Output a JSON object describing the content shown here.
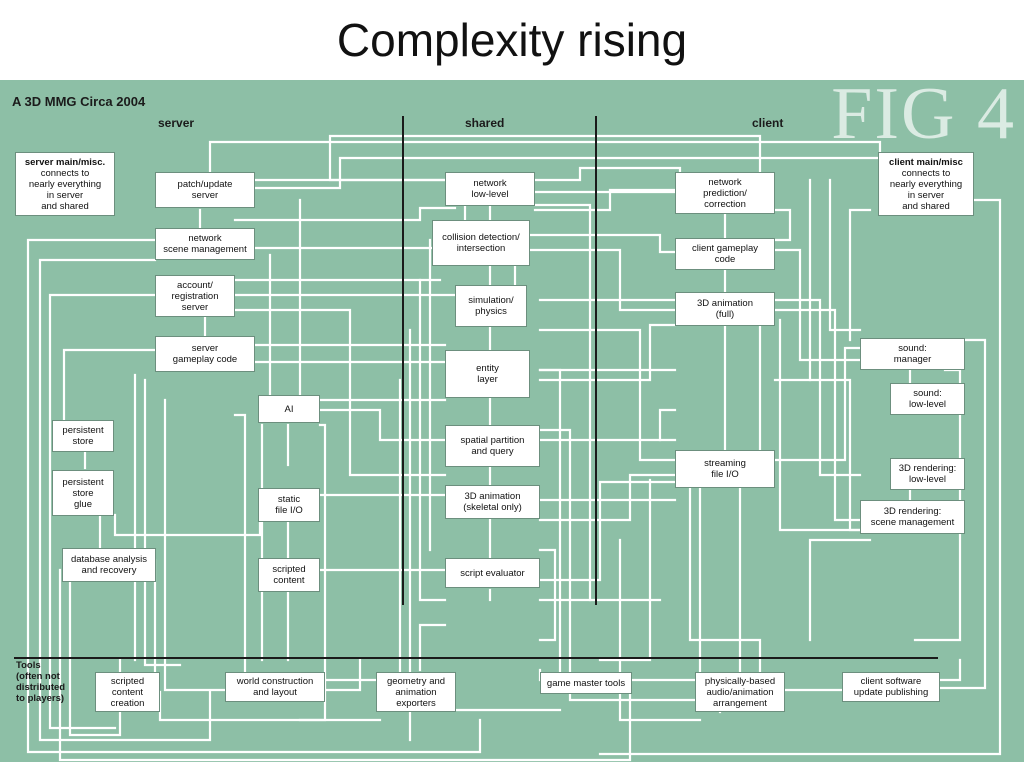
{
  "slide": {
    "title": "Complexity rising"
  },
  "figure": {
    "heading": "A 3D MMG Circa 2004",
    "fig_number": "FIG 4",
    "columns": {
      "server": "server",
      "shared": "shared",
      "client": "client"
    },
    "tools_label": "Tools\n(often not\ndistributed\nto players)",
    "colors": {
      "background": "#8dbfa6",
      "wire": "#ffffff",
      "divider": "#1a1a1a",
      "box": "#ffffff"
    }
  },
  "server": {
    "note_title": "server main/misc.",
    "note_text": "connects to\nnearly everything\nin server\nand shared",
    "patch_update": "patch/update\nserver",
    "network_scene": "network\nscene management",
    "account_registration": "account/\nregistration\nserver",
    "gameplay_code": "server\ngameplay code",
    "ai": "AI",
    "persistent_store": "persistent\nstore",
    "persistent_store_glue": "persistent\nstore\nglue",
    "database_analysis": "database analysis\nand recovery",
    "static_file_io": "static\nfile I/O",
    "scripted_content": "scripted\ncontent"
  },
  "shared": {
    "network_low_level": "network\nlow-level",
    "collision": "collision detection/\nintersection",
    "simulation": "simulation/\nphysics",
    "entity_layer": "entity\nlayer",
    "spatial_partition": "spatial partition\nand query",
    "animation_skeletal": "3D animation\n(skeletal only)",
    "script_evaluator": "script evaluator"
  },
  "client": {
    "note_title": "client main/misc",
    "note_text": "connects to\nnearly everything\nin server\nand shared",
    "network_prediction": "network\nprediction/\ncorrection",
    "gameplay_code": "client gameplay\ncode",
    "animation_full": "3D animation\n(full)",
    "sound_manager": "sound:\nmanager",
    "sound_low_level": "sound:\nlow-level",
    "streaming_file_io": "streaming\nfile I/O",
    "rendering_low_level": "3D rendering:\nlow-level",
    "rendering_scene": "3D rendering:\nscene management"
  },
  "tools": {
    "scripted_content_creation": "scripted\ncontent\ncreation",
    "world_construction": "world construction\nand layout",
    "geometry_exporters": "geometry and\nanimation\nexporters",
    "game_master_tools": "game master tools",
    "audio_animation": "physically-based\naudio/animation\narrangement",
    "client_update": "client software\nupdate publishing"
  }
}
